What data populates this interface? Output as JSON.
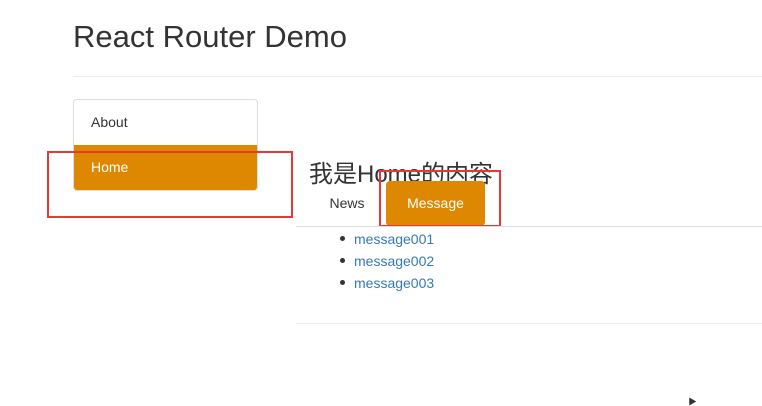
{
  "header": {
    "title": "React Router Demo"
  },
  "sidebar": {
    "items": [
      {
        "label": "About",
        "active": false
      },
      {
        "label": "Home",
        "active": true
      }
    ]
  },
  "main": {
    "heading": "我是Home的内容",
    "tabs": [
      {
        "label": "News",
        "active": false
      },
      {
        "label": "Message",
        "active": true
      }
    ],
    "messages": [
      {
        "label": "message001"
      },
      {
        "label": "message002"
      },
      {
        "label": "message003"
      }
    ]
  },
  "colors": {
    "accent": "#dd8800",
    "link": "#337ab7",
    "annotation_box": "#e53935"
  }
}
